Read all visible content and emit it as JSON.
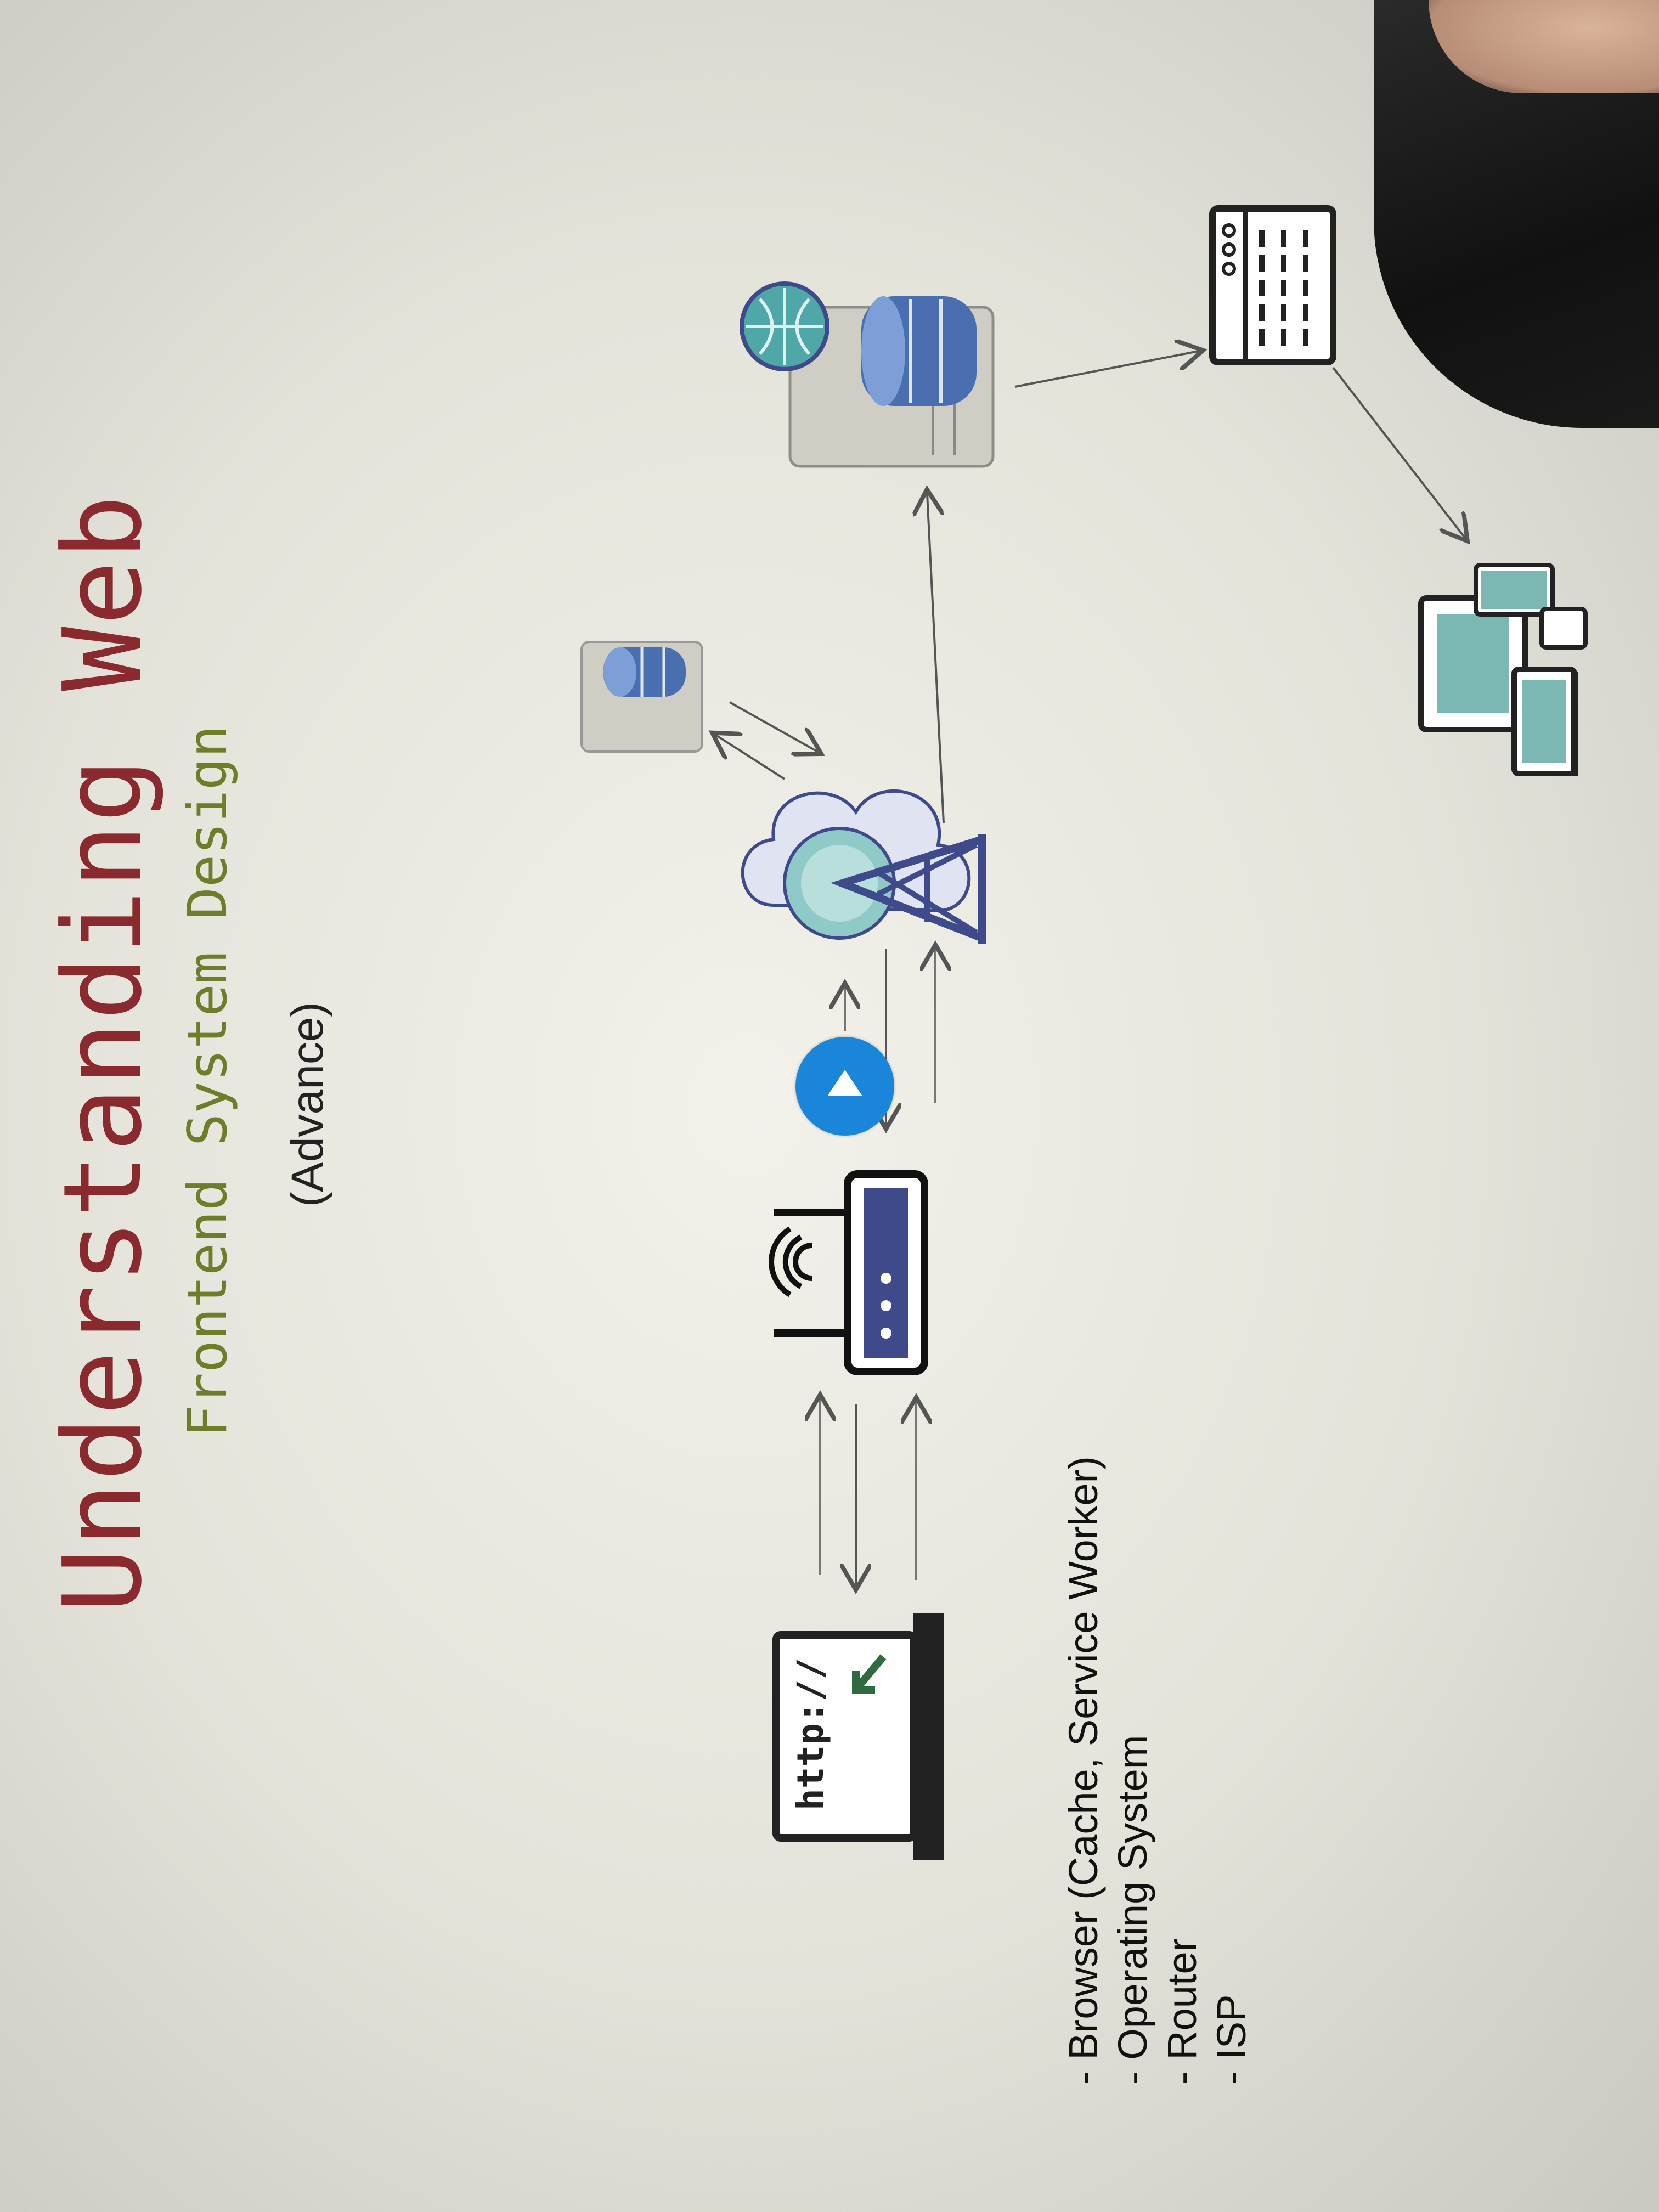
{
  "slide": {
    "title": "Understanding Web",
    "subtitle": "Frontend System Design",
    "tag": "(Advance)",
    "laptop_label": "http://",
    "bullets": [
      "- Browser (Cache, Service Worker)",
      "- Operating System",
      "- Router",
      "- ISP"
    ]
  },
  "colors": {
    "title": "#8a2a2e",
    "subtitle": "#6d7d2a",
    "play_button": "#1a86d9",
    "router_body": "#3e4a8a",
    "globe": "#4fa7a8",
    "database": "#4a6fb0"
  },
  "icons": [
    "laptop-icon",
    "router-icon",
    "isp-tower-icon",
    "dns-server-icon",
    "web-server-icon",
    "webpage-icon",
    "devices-icon",
    "play-icon"
  ]
}
